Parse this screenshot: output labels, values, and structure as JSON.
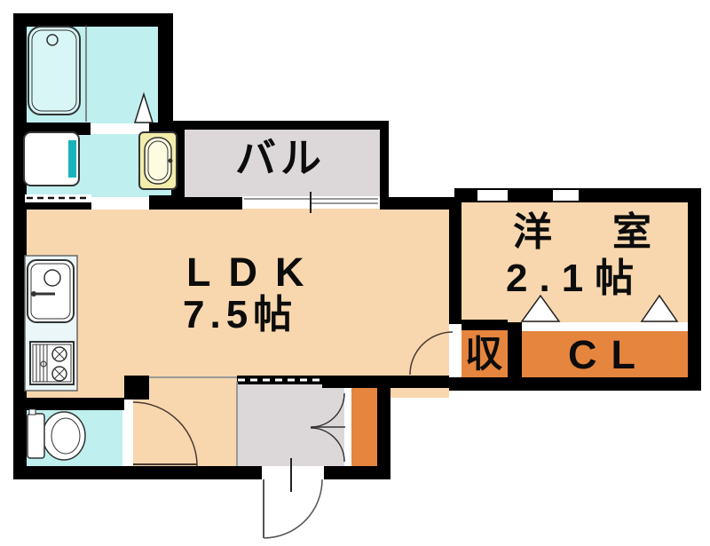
{
  "title": "apartment floor plan",
  "rooms": {
    "balcony": {
      "label": "バル"
    },
    "ldk": {
      "label": "LDK",
      "size": "7.5帖"
    },
    "western": {
      "label": "洋室",
      "size": "2.1帖"
    },
    "storage": {
      "label": "収"
    },
    "closet": {
      "label": "CL"
    }
  },
  "colors": {
    "wall": "#000000",
    "room_peach": "#f8d7ae",
    "wet_area_cyan": "#bfefef",
    "balcony_gray": "#dcd8da",
    "accent_orange": "#e6853e",
    "kitchen_counter": "#eaf6f7",
    "basin_yellow": "#f2edaa",
    "washer_teal": "#1ab3bb"
  }
}
